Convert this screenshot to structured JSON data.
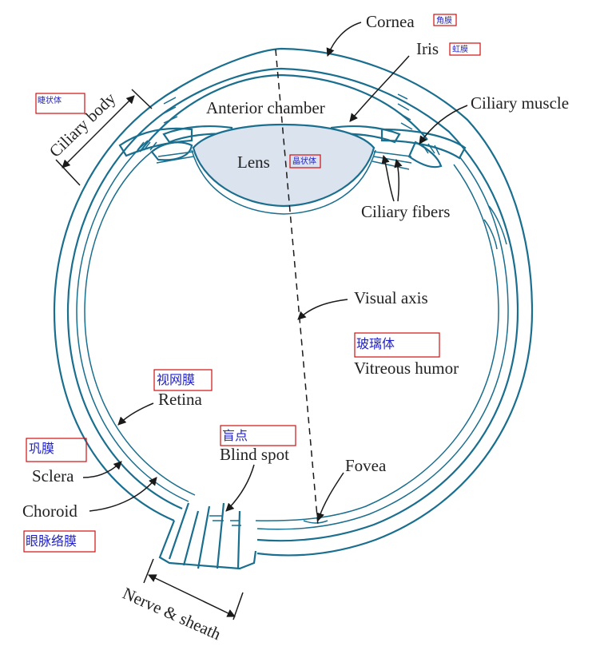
{
  "labels": {
    "cornea": "Cornea",
    "iris": "Iris",
    "ciliary_body": "Ciliary body",
    "anterior_chamber": "Anterior chamber",
    "ciliary_muscle": "Ciliary muscle",
    "lens": "Lens",
    "ciliary_fibers": "Ciliary fibers",
    "visual_axis": "Visual axis",
    "vitreous_humor": "Vitreous humor",
    "retina": "Retina",
    "blind_spot": "Blind spot",
    "fovea": "Fovea",
    "sclera": "Sclera",
    "choroid": "Choroid",
    "nerve_sheath": "Nerve & sheath"
  },
  "translations": {
    "cornea": "角膜",
    "iris": "虹膜",
    "ciliary_body": "睫状体",
    "lens": "晶状体",
    "vitreous_humor": "玻璃体",
    "retina": "视网膜",
    "blind_spot": "盲点",
    "sclera": "巩膜",
    "choroid": "眼脉络膜"
  },
  "colors": {
    "eye_outline": "#1a6e8e",
    "lens_fill": "#dbe3ef",
    "annotation_box": "#d01010",
    "annotation_text": "#2222cc"
  }
}
